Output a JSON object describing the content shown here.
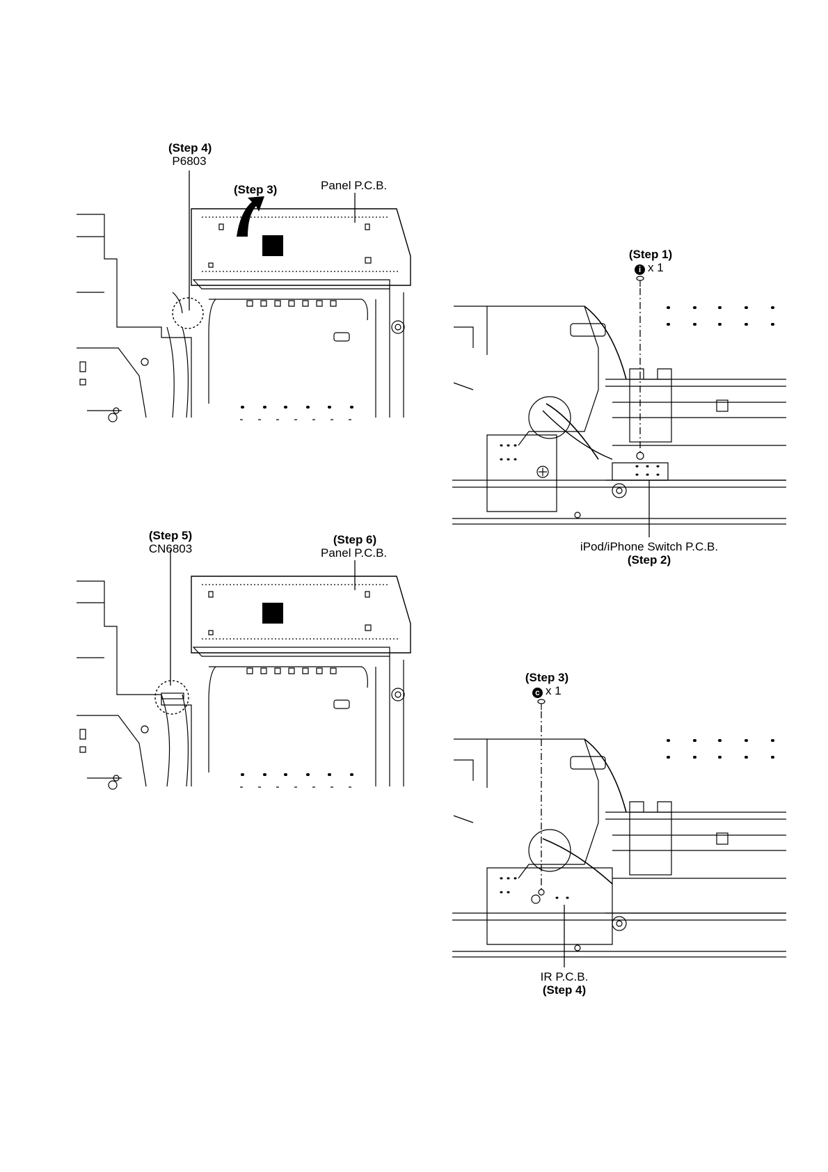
{
  "figures": {
    "fig1": {
      "step4_label": "(Step 4)",
      "connector": "P6803",
      "step3_label": "(Step 3)",
      "board": "Panel P.C.B."
    },
    "fig2": {
      "step5_label": "(Step 5)",
      "connector": "CN6803",
      "step6_label": "(Step 6)",
      "board": "Panel P.C.B."
    },
    "fig3": {
      "step1_label": "(Step 1)",
      "screw_letter": "i",
      "screw_qty": "x 1",
      "board": "iPod/iPhone Switch P.C.B.",
      "step2_label": "(Step 2)"
    },
    "fig4": {
      "step3_label": "(Step 3)",
      "screw_letter": "c",
      "screw_qty": "x 1",
      "board": "IR P.C.B.",
      "step4_label": "(Step 4)"
    }
  }
}
